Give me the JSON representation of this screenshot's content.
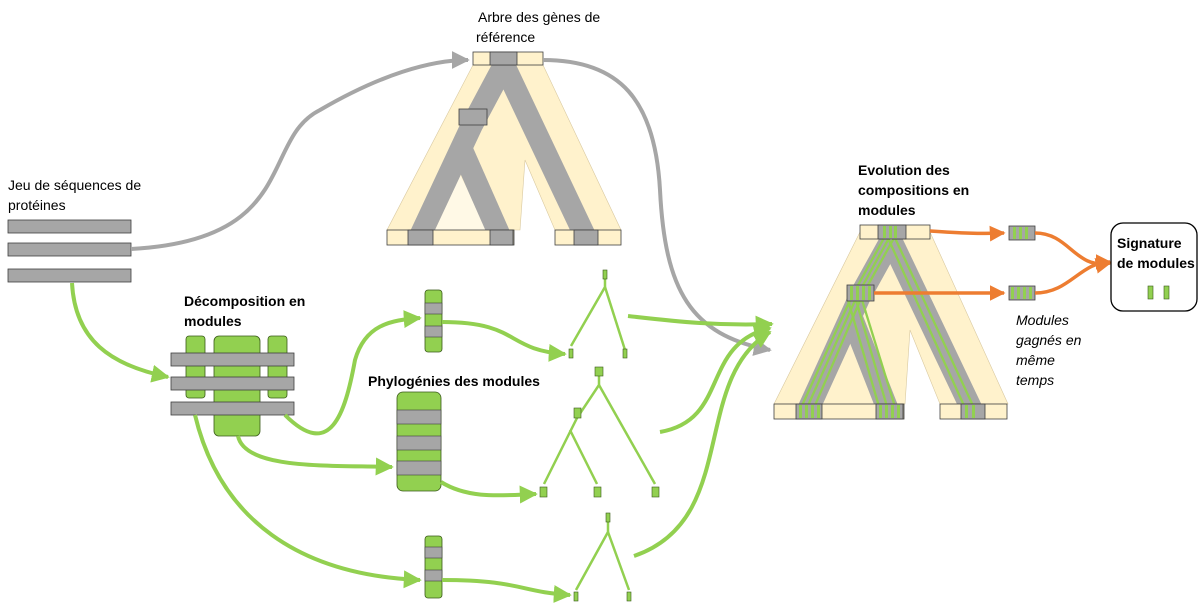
{
  "labels": {
    "reference_tree": [
      "Arbre des gènes de",
      "référence"
    ],
    "protein_set": [
      "Jeu de séquences de",
      "protéines"
    ],
    "decomposition": [
      "Décomposition en",
      "modules"
    ],
    "module_phylogenies": "Phylogénies des modules",
    "evolution": [
      "Evolution des",
      "compositions en",
      "modules"
    ],
    "signature": [
      "Signature",
      "de modules"
    ],
    "gained_modules": [
      "Modules",
      "gagnés en",
      "même",
      "temps"
    ]
  },
  "colors": {
    "gray": "#a6a6a6",
    "gray_stroke": "#404040",
    "green": "#92d050",
    "green_stroke": "#3a5a1a",
    "tree_bg": "#fff2cc",
    "orange": "#ed7d31"
  }
}
